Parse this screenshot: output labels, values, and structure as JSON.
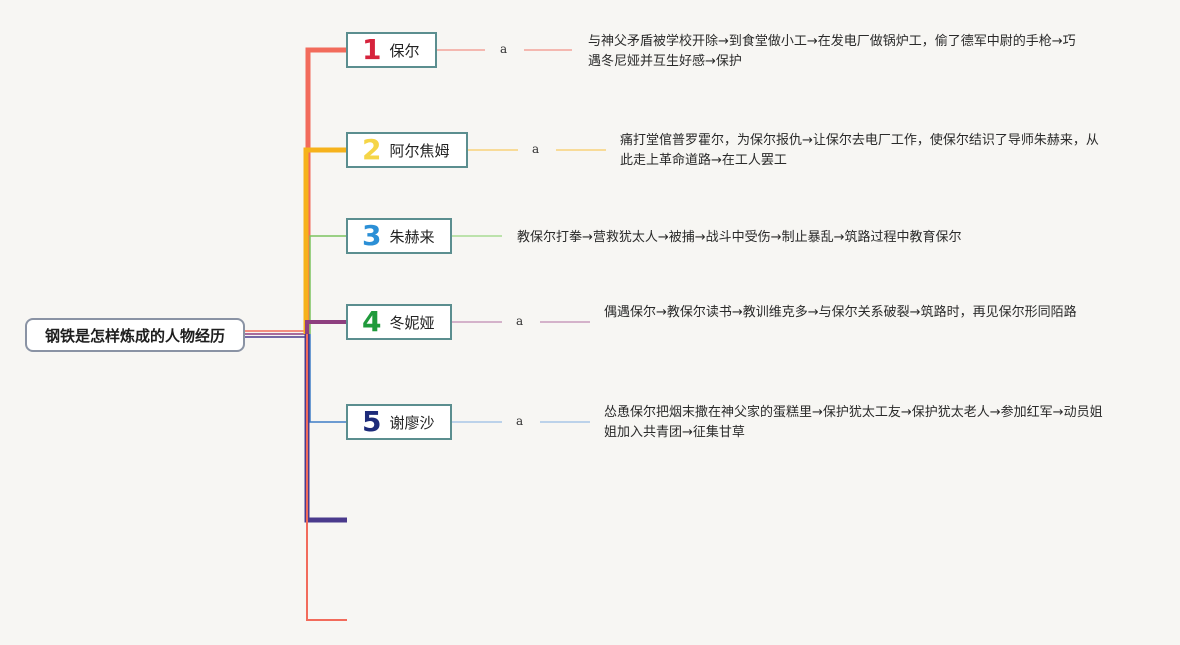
{
  "root": {
    "title": "钢铁是怎样炼成的人物经历"
  },
  "branches": [
    {
      "number": "1",
      "name": "保尔",
      "connector_label": "a",
      "description": "与神父矛盾被学校开除→到食堂做小工→在发电厂做锅炉工，偷了德军中尉的手枪→巧遇冬尼娅并互生好感→保护",
      "color": "#f26b5b",
      "number_color": "#d6233c"
    },
    {
      "number": "2",
      "name": "阿尔焦姆",
      "connector_label": "a",
      "description": "痛打堂倌普罗霍尔，为保尔报仇→让保尔去电厂工作，使保尔结识了导师朱赫来，从此走上革命道路→在工人罢工",
      "color": "#f6b21b",
      "number_color": "#f5d547"
    },
    {
      "number": "3",
      "name": "朱赫来",
      "connector_label": "",
      "description": "教保尔打拳→营救犹太人→被捕→战斗中受伤→制止暴乱→筑路过程中教育保尔",
      "color": "#7cc35f",
      "number_color": "#2b8fd6"
    },
    {
      "number": "4",
      "name": "冬妮娅",
      "connector_label": "a",
      "description": "偶遇保尔→教保尔读书→教训维克多→与保尔关系破裂→筑路时，再见保尔形同陌路",
      "color": "#8e3f7f",
      "number_color": "#1f9a3b"
    },
    {
      "number": "5",
      "name": "谢廖沙",
      "connector_label": "a",
      "description": "怂恿保尔把烟末撒在神父家的蛋糕里→保护犹太工友→保护犹太老人→参加红军→动员姐姐加入共青团→征集甘草",
      "color": "#3f7dc6",
      "number_color": "#1d2b7a"
    }
  ],
  "colors": {
    "background": "#f7f6f3",
    "node_border": "#5b8e8f",
    "root_border": "#8a93a4",
    "extra_branch_navy": "#4a3a8c",
    "extra_branch_red": "#f26b5b"
  }
}
